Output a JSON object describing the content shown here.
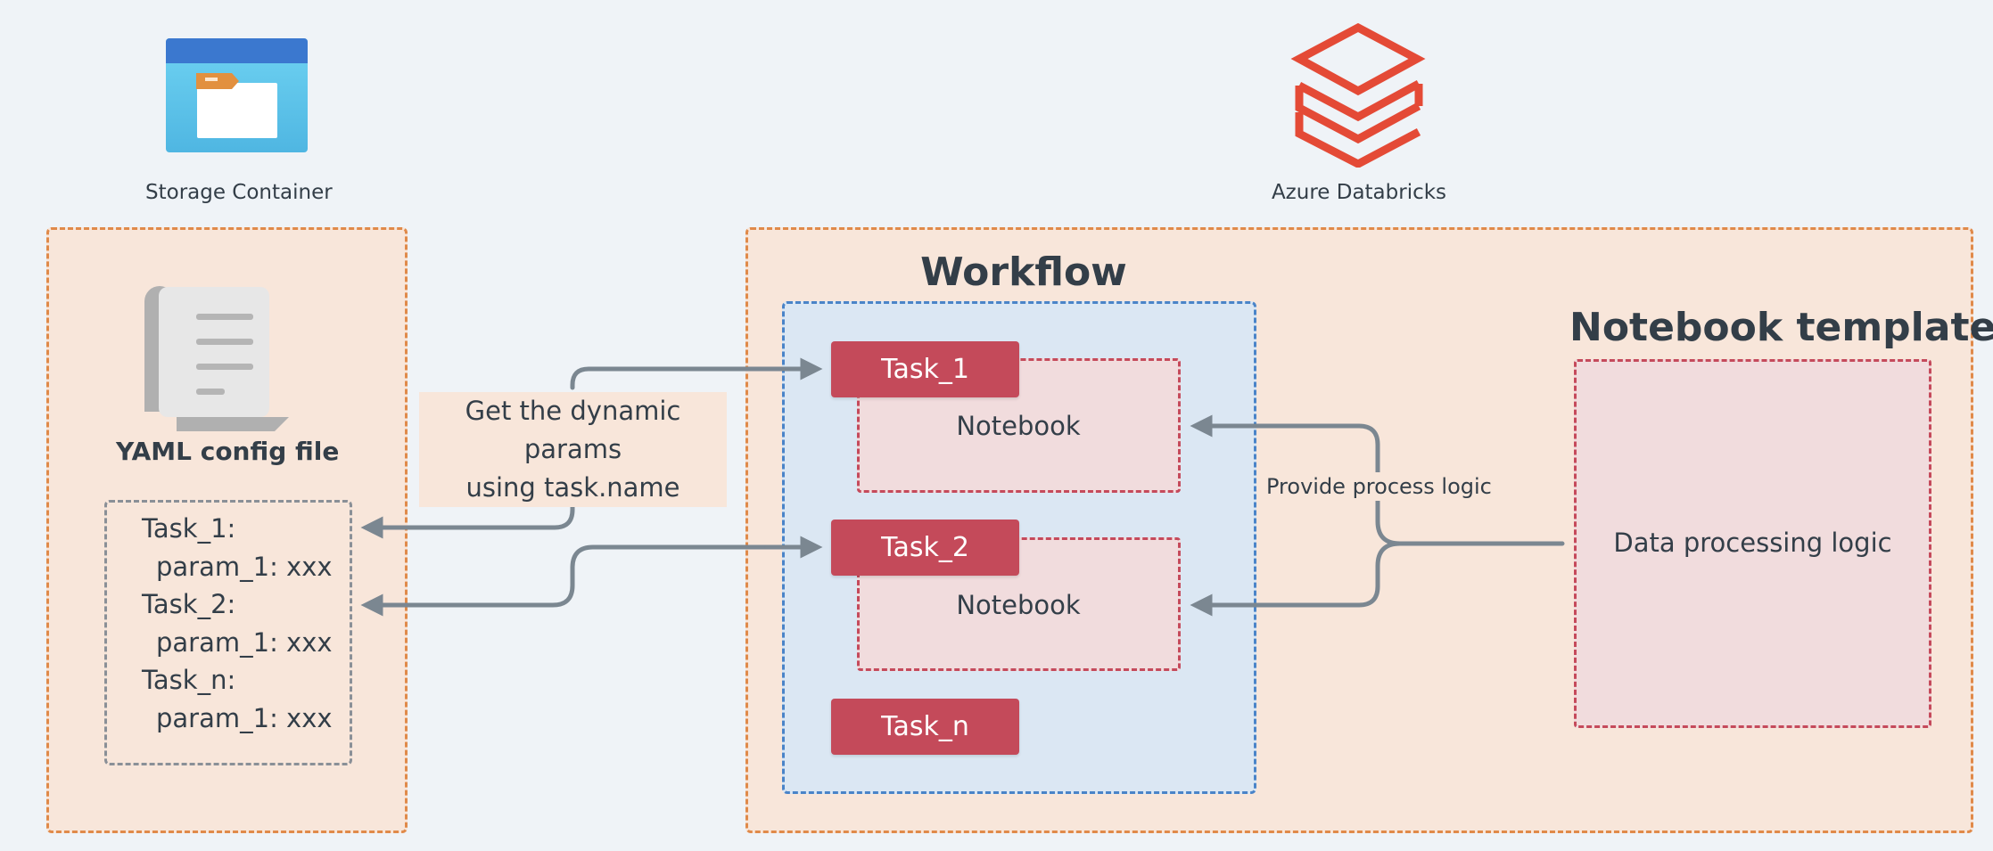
{
  "storage": {
    "icon": "folder-window-icon",
    "label": "Storage Container"
  },
  "databricks": {
    "icon": "databricks-logo-icon",
    "label": "Azure Databricks"
  },
  "yaml": {
    "icon": "scroll-document-icon",
    "title": "YAML config file",
    "lines": [
      "Task_1:",
      "param_1: xxx",
      "Task_2:",
      "param_1: xxx",
      "Task_n:",
      "param_1: xxx"
    ]
  },
  "edges": {
    "get_params": [
      "Get the dynamic params",
      "using task.name"
    ],
    "provide_logic": "Provide process logic"
  },
  "workflow": {
    "title": "Workflow",
    "tasks": [
      {
        "label": "Task_1",
        "notebook": "Notebook"
      },
      {
        "label": "Task_2",
        "notebook": "Notebook"
      },
      {
        "label": "Task_n"
      }
    ]
  },
  "template": {
    "title": "Notebook template",
    "body": "Data processing logic"
  },
  "colors": {
    "background": "#eff3f7",
    "orange_container": "#e08a4a",
    "blue_workflow": "#4a84c8",
    "task_red": "#c44a5a",
    "arrow_gray": "#7b8791",
    "databricks_brand": "#e44a36"
  }
}
